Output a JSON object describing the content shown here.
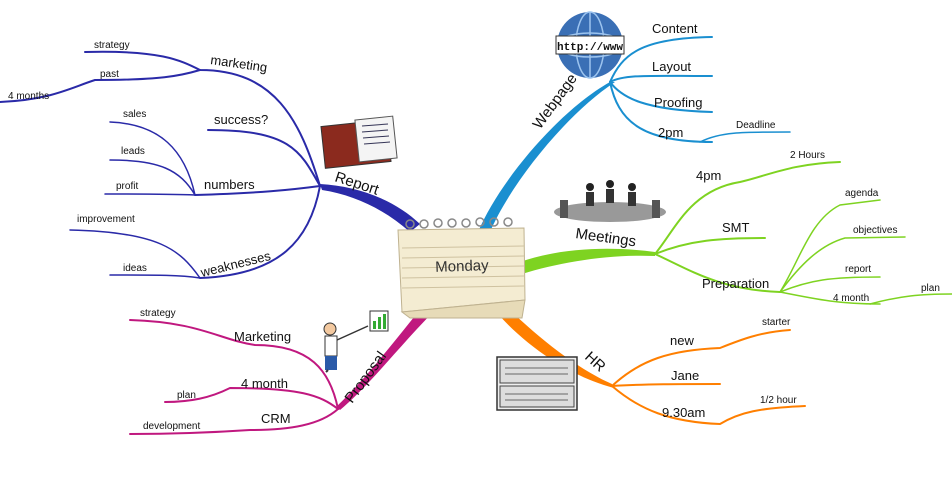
{
  "center": {
    "label": "Monday"
  },
  "branches": {
    "webpage": {
      "label": "Webpage",
      "color": "#1a8fd0",
      "icon": "globe-www-icon",
      "icon_text": "http://www",
      "children": [
        "Content",
        "Layout",
        "Proofing",
        "2pm"
      ],
      "deadline": "Deadline"
    },
    "meetings": {
      "label": "Meetings",
      "color": "#7ed321",
      "icon": "boardroom-people-icon",
      "time": "4pm",
      "time_detail": "2 Hours",
      "smt": "SMT",
      "preparation": "Preparation",
      "prep_items": [
        "agenda",
        "objectives",
        "report",
        "4 month"
      ],
      "plan": "plan"
    },
    "hr": {
      "label": "HR",
      "color": "#ff7f00",
      "icon": "filing-cabinet-icon",
      "new": "new",
      "new_detail": "starter",
      "jane": "Jane",
      "time": "9.30am",
      "time_detail": "1/2 hour"
    },
    "proposal": {
      "label": "Proposal",
      "color": "#c0187f",
      "icon": "presenter-chart-icon",
      "marketing": "Marketing",
      "marketing_detail": "strategy",
      "four_month": "4 month",
      "four_month_detail": "plan",
      "crm": "CRM",
      "crm_detail": "development"
    },
    "report": {
      "label": "Report",
      "color": "#2a2aa8",
      "icon": "folder-document-icon",
      "marketing": "marketing",
      "marketing_items": [
        "strategy",
        "past"
      ],
      "past_detail": "4 months",
      "success": "success?",
      "numbers": "numbers",
      "numbers_items": [
        "sales",
        "leads",
        "profit"
      ],
      "weaknesses": "weaknesses",
      "weakness_items": [
        "improvement",
        "ideas"
      ]
    }
  }
}
